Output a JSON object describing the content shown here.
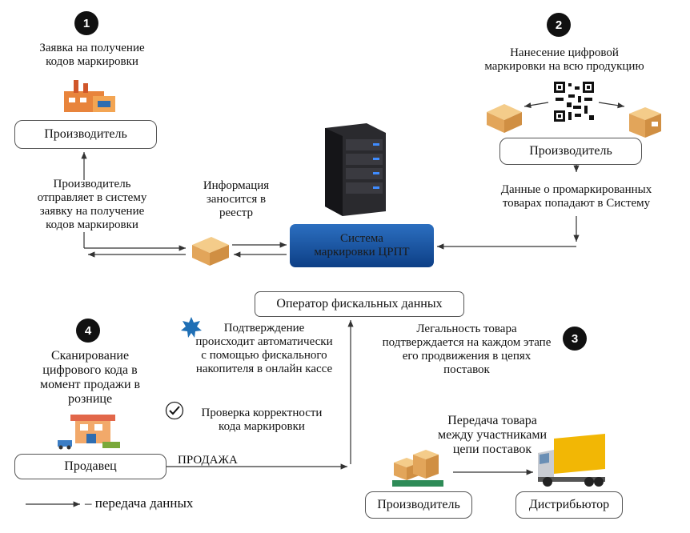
{
  "steps": [
    "1",
    "2",
    "3",
    "4"
  ],
  "step1": {
    "title_line1": "Заявка на получение",
    "title_line2": "кодов маркировки",
    "box": "Производитель",
    "note_lines": [
      "Производитель",
      "отправляет в систему",
      "заявку на получение",
      "кодов маркировки"
    ]
  },
  "registry_note": [
    "Информация",
    "заносится в",
    "реестр"
  ],
  "step2": {
    "title_line1": "Нанесение цифровой",
    "title_line2": "маркировки на всю продукцию",
    "box": "Производитель",
    "note_lines": [
      "Данные о промаркированных",
      "товарах попадают в Систему"
    ]
  },
  "system": {
    "line1": "Система",
    "line2": "маркировки ЦРПТ"
  },
  "operator": "Оператор фискальных данных",
  "confirm_lines": [
    "Подтверждение",
    "происходит автоматически",
    "с помощью фискального",
    "накопителя в онлайн кассе"
  ],
  "check_lines": [
    "Проверка корректности",
    "кода маркировки"
  ],
  "step3": {
    "note_lines": [
      "Легальность товара",
      "подтверждается на каждом этапе",
      "его продвижения в цепях",
      "поставок"
    ]
  },
  "step4": {
    "title_lines": [
      "Сканирование",
      "цифрового кода в",
      "момент продажи в",
      "рознице"
    ],
    "box": "Продавец",
    "sale": "ПРОДАЖА"
  },
  "transfer": {
    "title_lines": [
      "Передача товара",
      "между участниками",
      "цепи поставок"
    ],
    "from": "Производитель",
    "to": "Дистрибьютор"
  },
  "legend": "– передача данных",
  "colors": {
    "system_blue": "#1e5aa8",
    "star_blue": "#1f6fb5",
    "box_tan": "#e8b36b",
    "truck_yellow": "#f2b705"
  }
}
